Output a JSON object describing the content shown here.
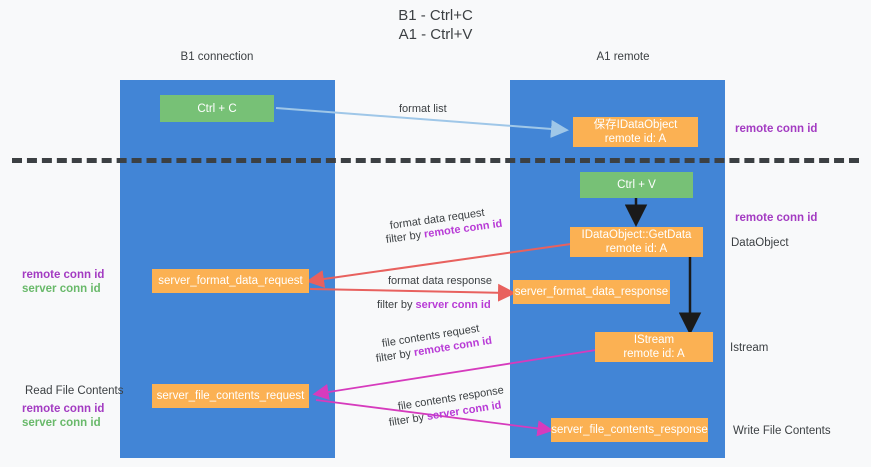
{
  "title": "B1 - Ctrl+C\nA1 - Ctrl+V",
  "columns": [
    {
      "name": "B1",
      "role": "connection",
      "label": "B1\nconnection"
    },
    {
      "name": "A1",
      "role": "remote",
      "label": "A1\nremote"
    }
  ],
  "nodes": {
    "ctrl_c": "Ctrl + C",
    "ctrl_v": "Ctrl + V",
    "save_idataobject": "保存IDataObject\nremote id: A",
    "getdata": "IDataObject::GetData\nremote id: A",
    "istream": "IStream\nremote id: A",
    "server_format_data_request": "server_format_data_request",
    "server_format_data_response": "server_format_data_response",
    "server_file_contents_request": "server_file_contents_request",
    "server_file_contents_response": "server_file_contents_response"
  },
  "edges": {
    "format_list": "format list",
    "format_data_request": "format data request",
    "format_data_request_filter_prefix": "filter by ",
    "format_data_request_filter_value": "remote conn id",
    "format_data_response": "format data response",
    "format_data_response_filter_prefix": "filter by ",
    "format_data_response_filter_value": "server conn id",
    "file_contents_request": "file contents request",
    "file_contents_request_filter_prefix": "filter by ",
    "file_contents_request_filter_value": "remote conn id",
    "file_contents_response": "file contents response",
    "file_contents_response_filter_prefix": "filter by ",
    "file_contents_response_filter_value": "server conn id"
  },
  "annotations": {
    "right_remote_conn_id_top": "remote conn id",
    "right_remote_conn_id_mid": "remote conn id",
    "right_dataobject": "DataObject",
    "right_istream": "Istream",
    "right_write_file_contents": "Write File Contents",
    "left_read_file_contents": "Read File Contents",
    "conn_remote": "remote conn id",
    "conn_server": "server conn id"
  },
  "colors": {
    "lane": "#4285d6",
    "green_node": "#77c176",
    "orange_node": "#fbb153",
    "purple_text": "#a33bc2",
    "green_text": "#69b96a",
    "magenta_arrow": "#d63bbd",
    "red_arrow": "#e8615e",
    "blue_arrow": "#9fc7e8",
    "black_arrow": "#1a1a1a",
    "background": "#f8f9fa"
  }
}
